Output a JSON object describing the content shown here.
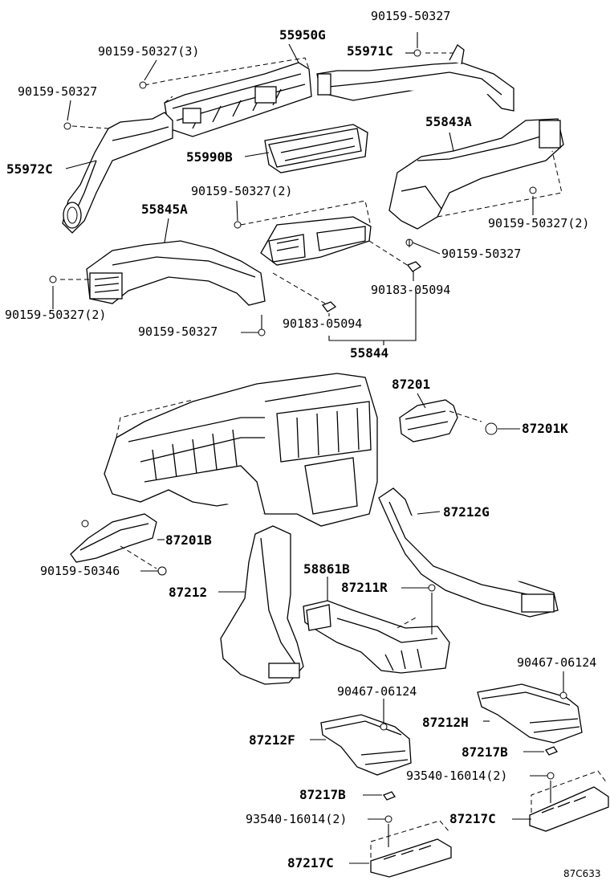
{
  "labels": {
    "p_55950G": "55950G",
    "p_90159_50327_3": "90159-50327(3)",
    "p_90159_50327_top": "90159-50327",
    "p_55971C": "55971C",
    "p_90159_50327_left": "90159-50327",
    "p_55972C": "55972C",
    "p_55990B": "55990B",
    "p_55843A": "55843A",
    "p_90159_50327_2_mid": "90159-50327(2)",
    "p_55845A": "55845A",
    "p_90159_50327_2_right": "90159-50327(2)",
    "p_90159_50327_right": "90159-50327",
    "p_90183_05094_right": "90183-05094",
    "p_90159_50327_2_left": "90159-50327(2)",
    "p_90159_50327_bottom": "90159-50327",
    "p_90183_05094_mid": "90183-05094",
    "p_55844": "55844",
    "p_87201": "87201",
    "p_87201K": "87201K",
    "p_87212G": "87212G",
    "p_87201B": "87201B",
    "p_90159_50346": "90159-50346",
    "p_87212": "87212",
    "p_58861B": "58861B",
    "p_87211R": "87211R",
    "p_90467_06124_right": "90467-06124",
    "p_90467_06124_mid": "90467-06124",
    "p_87212H": "87212H",
    "p_87212F": "87212F",
    "p_87217B_right": "87217B",
    "p_93540_16014_2_right": "93540-16014(2)",
    "p_87217B_left": "87217B",
    "p_87217C_right": "87217C",
    "p_93540_16014_2_left": "93540-16014(2)",
    "p_87217C_left": "87217C",
    "ref_code": "87C633"
  }
}
